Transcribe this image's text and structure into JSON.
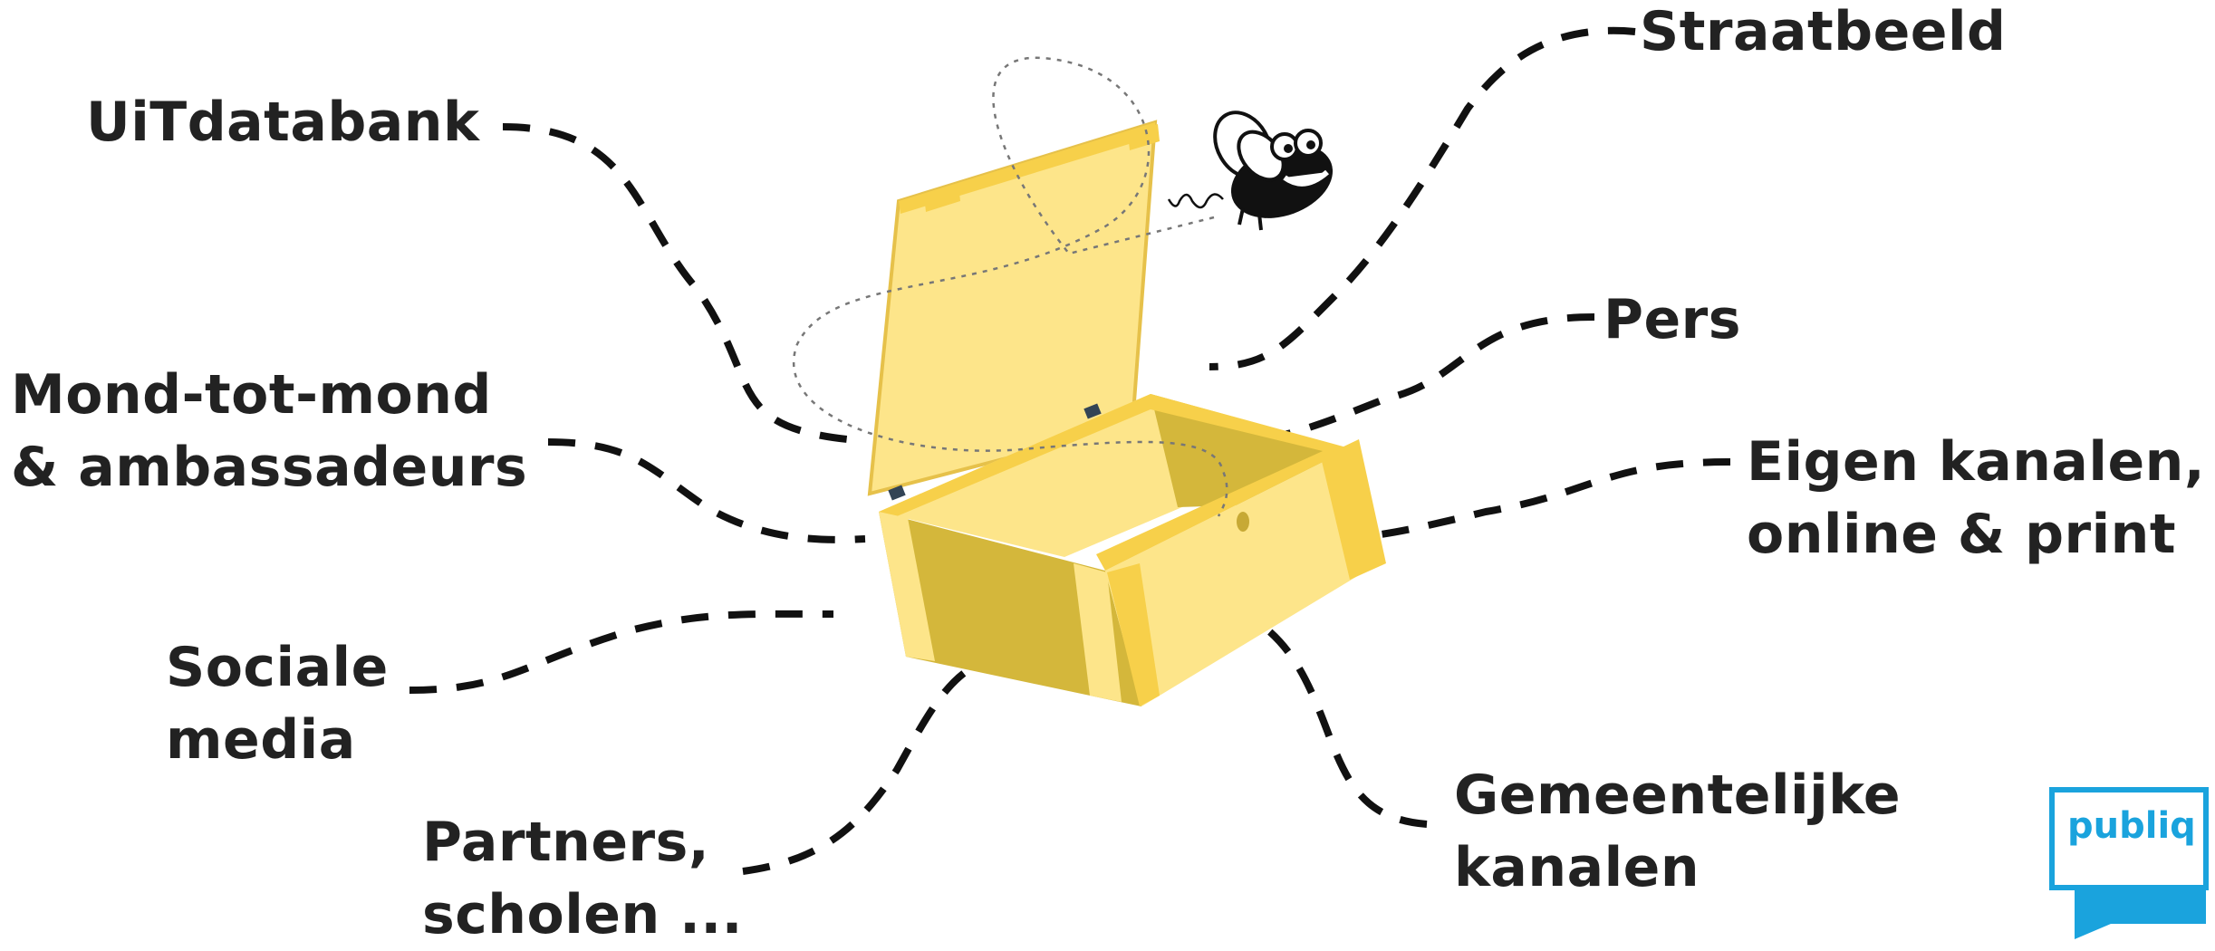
{
  "labels": {
    "uitdatabank": "UiTdatabank",
    "straatbeeld": "Straatbeeld",
    "pers": "Pers",
    "mond_line1": "Mond-tot-mond",
    "mond_line2": "& ambassadeurs",
    "eigen_line1": "Eigen kanalen,",
    "eigen_line2": "online & print",
    "sociale_line1": "Sociale",
    "sociale_line2": "media",
    "partners_line1": "Partners,",
    "partners_line2": "scholen ...",
    "gemeente_line1": "Gemeentelijke",
    "gemeente_line2": "kanalen"
  },
  "logo": {
    "text": "publiq",
    "color": "#1aa3dd"
  },
  "colors": {
    "box_light": "#fde58a",
    "box_mid": "#f7d04a",
    "box_dark": "#d4b73b",
    "ink": "#222222"
  }
}
